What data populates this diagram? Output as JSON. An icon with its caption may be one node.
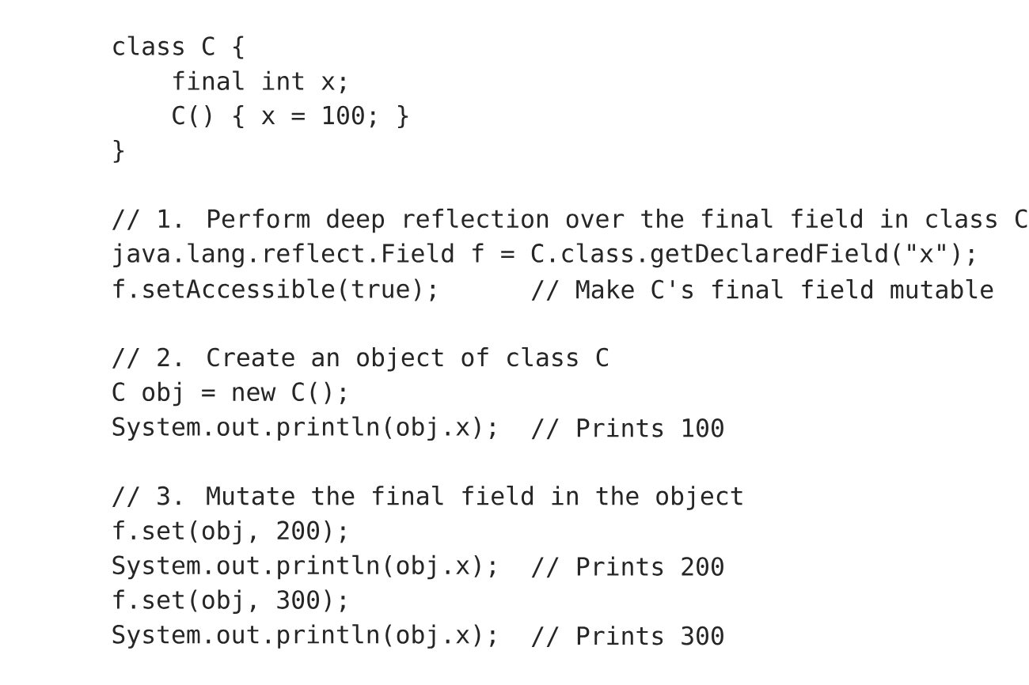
{
  "diagram": {
    "labels": [
      "class C {",
      "final int x;",
      "C() { x = 100; }",
      "}",
      "// 1. Perform deep reflection over the final field in class C",
      "java.lang.reflect.Field f = C.class.getDeclaredField(\"x\");",
      "f.setAccessible(true);",
      "// Make C's final field mutable",
      "// 2. Create an object of class C",
      "C obj = new C();",
      "System.out.println(obj.x);",
      "// Prints 100",
      "// 3. Mutate the final field in the object",
      "f.set(obj, 200);",
      "System.out.println(obj.x);",
      "// Prints 200",
      "f.set(obj, 300);",
      "System.out.println(obj.x);",
      "// Prints 300"
    ]
  }
}
